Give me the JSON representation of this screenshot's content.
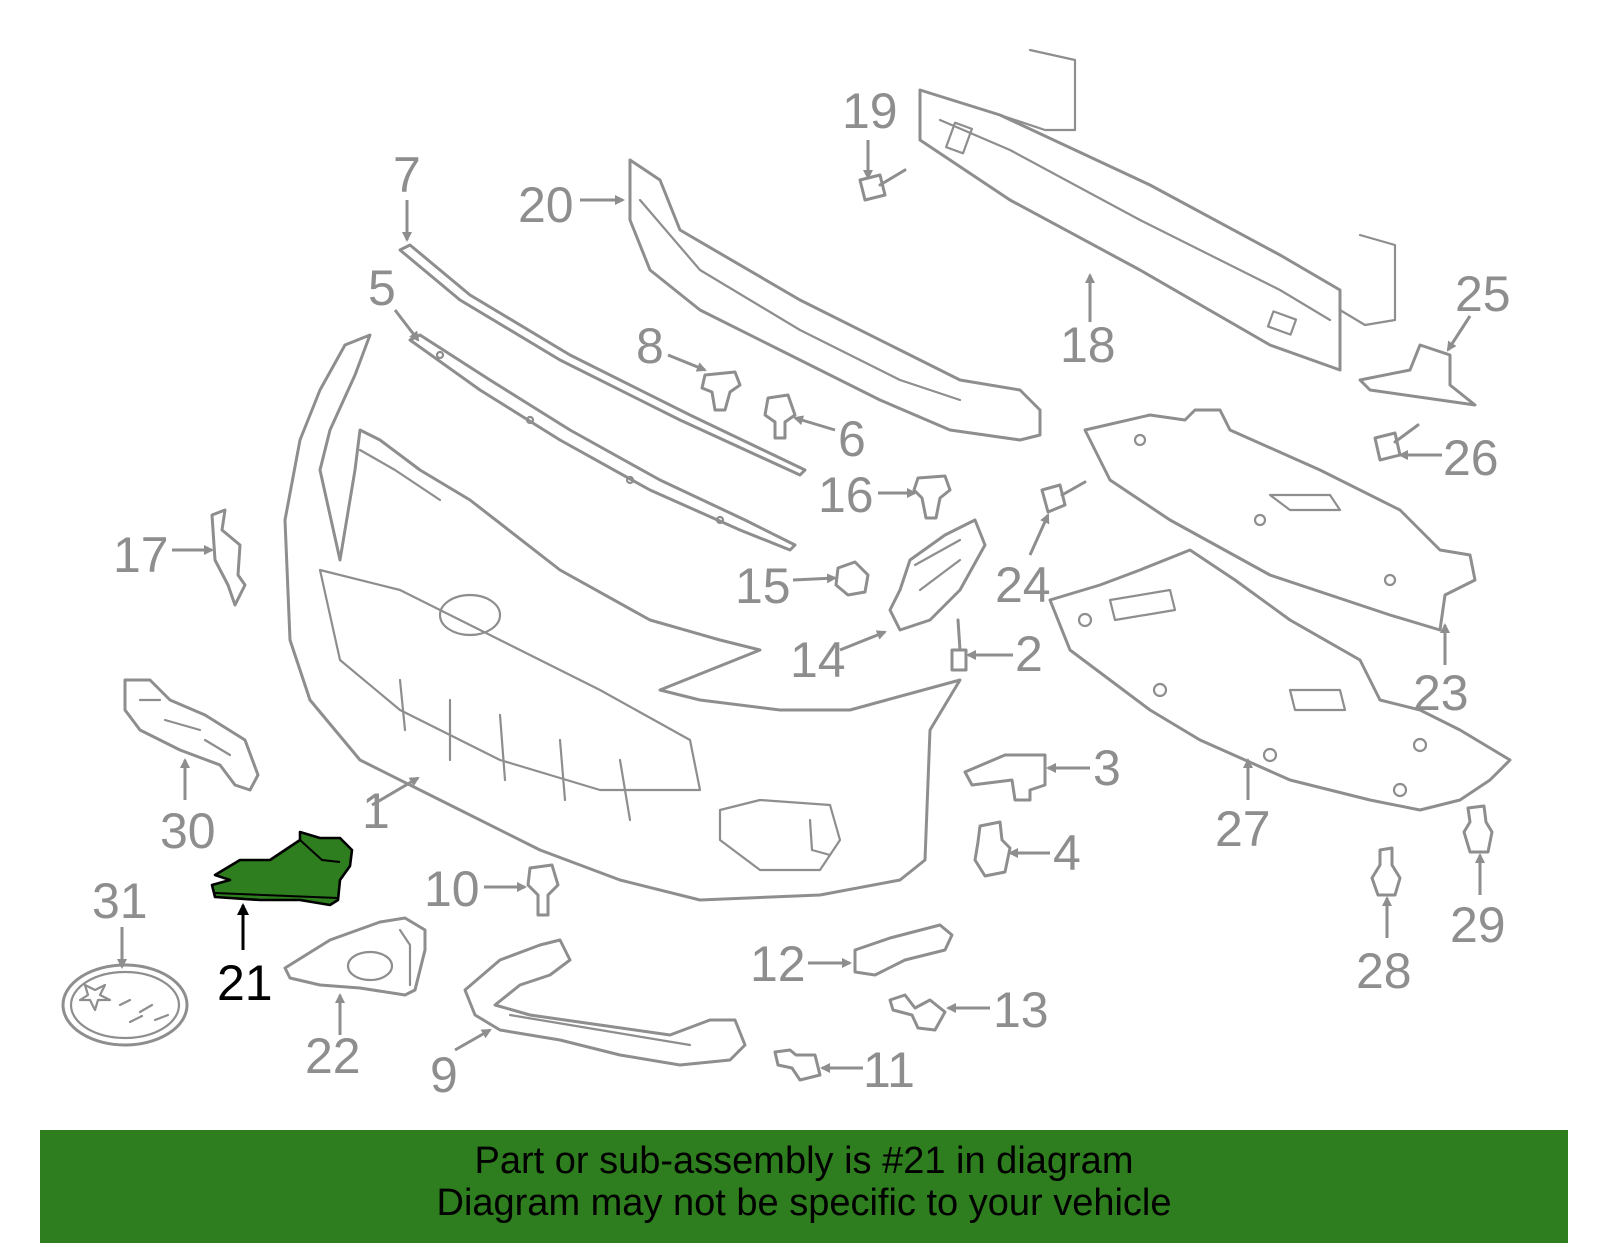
{
  "diagram": {
    "highlight_color": "#2e7d1e",
    "line_color": "#8e8e8e",
    "highlighted_part": "21",
    "callouts": [
      "1",
      "2",
      "3",
      "4",
      "5",
      "6",
      "7",
      "8",
      "9",
      "10",
      "11",
      "12",
      "13",
      "14",
      "15",
      "16",
      "17",
      "18",
      "19",
      "20",
      "21",
      "22",
      "23",
      "24",
      "25",
      "26",
      "27",
      "28",
      "29",
      "30",
      "31"
    ]
  },
  "banner": {
    "line1": "Part or sub-assembly is #21 in diagram",
    "line2": "Diagram may not be specific to your vehicle"
  }
}
